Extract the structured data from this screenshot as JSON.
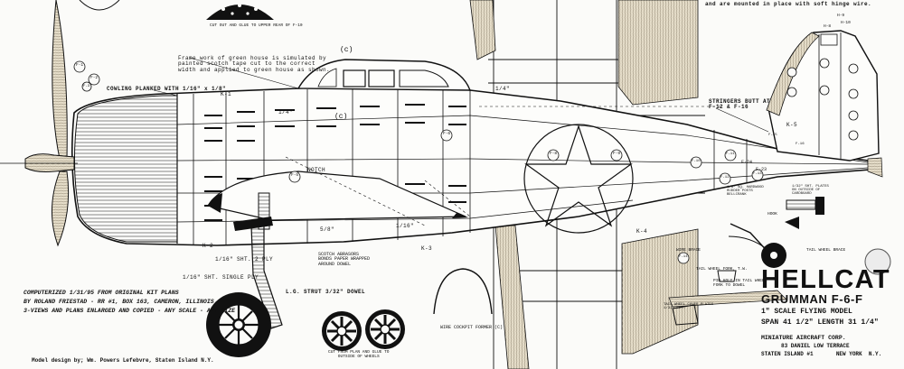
{
  "texts": {
    "top_right_note": "and are mounted in place with soft hinge wire.",
    "cut_out_note": "CUT OUT AND GLUE TO UPPER REAR OF F-10",
    "greenhouse_note": "Frame work of green house is simulated by\npainted scotch tape cut to the correct\nwidth and applied to green house as shown.",
    "canopy_label": "(c)",
    "cockpit_label": "(c)",
    "cowling_note": "COWLING PLANKED WITH 1/16\" x 1/8\"",
    "k1": "K-1",
    "k2": "K-2",
    "k3": "K-3",
    "k4": "K-4",
    "k5": "K-5",
    "stringers_note": "STRINGERS BUTT AT\nF-12 & F-16",
    "f1": "F-1",
    "f2": "F-2",
    "f3": "F-3",
    "f5": "F-5",
    "f6": "F-6",
    "f8": "F-8",
    "f9": "F-9",
    "f10": "F-10",
    "f11": "F-11",
    "f12": "F-12",
    "f13": "F-13",
    "f14": "F-14",
    "f15": "F-15",
    "f16": "F-16",
    "f23": "F-23",
    "f24": "F-24",
    "notch_label": "NOTCH",
    "single_ply": "1/16\" SHT. SINGLE PLY",
    "two_ply": "1/16\" SHT. 2 PLY",
    "scotch_note": "SCOTCH ABRASORS\nBONDS PAPER WRAPPED\nAROUND DOWEL",
    "strut_note": "L.G. STRUT 3/32\" DOWEL",
    "wire_cockpit_former": "WIRE COCKPIT FORMER (C)",
    "cut_wheels_note": "CUT FROM PLAN AND GLUE TO\nOUTSIDE OF WHEELS",
    "computerized_note": "COMPUTERIZED 1/31/95 FROM ORIGINAL KIT PLANS\nBY ROLAND FRIESTAD - RR #1, BOX 163, CAMERON, ILLINOIS\n3-VIEWS AND PLANS ENLARGED AND COPIED - ANY SCALE - ANY SIZE",
    "model_design": "Model design by; Wm. Powers Lefebvre, Staten Island N.Y.",
    "title_hellcat": "HELLCAT",
    "title_grumman": "GRUMMAN F-6-F",
    "title_scale": "1\" SCALE   FLYING MODEL",
    "title_span": "SPAN 41 1/2\"   LENGTH 31 1/4\"",
    "maker": "MINIATURE AIRCRAFT CORP.",
    "address1": "83 DANIEL LOW TERRACE",
    "address2": "STATEN ISLAND #1       NEW YORK  N.Y.",
    "tail_wheel_brace": "TAIL WHEEL BRACE",
    "tail_wheel_fork": "TAIL WHEEL FORK, T.W.",
    "wire_brace": "WIRE BRACE",
    "pin_hole": "PIN HOLE IN TAIL WHEEL\nFORK TO DOWEL",
    "cardboard_note": "1/32\" SHT. PLATES\nON OUTSIDE OF\nCARDBOARD",
    "tail_wheel_cover": "TAIL WHEEL COVER PLATES\n1/32\" SHT.",
    "gussets_note": "1/8\" SQ. HARDWOOD\nRUDDER POSTS\nBELLCRANK",
    "hook_label": "HOOK",
    "dim_one": "1/4\"",
    "dim_two": "1/4\"",
    "dim_three": "5/8\"",
    "dim_four": "1/16\"",
    "h8": "H-8",
    "h9": "H-9",
    "h10": "H-10"
  },
  "colors": {
    "ink": "#111111",
    "paper": "#fbfbf9",
    "wood": "#e4dcc8",
    "grain": "#8f8470"
  }
}
